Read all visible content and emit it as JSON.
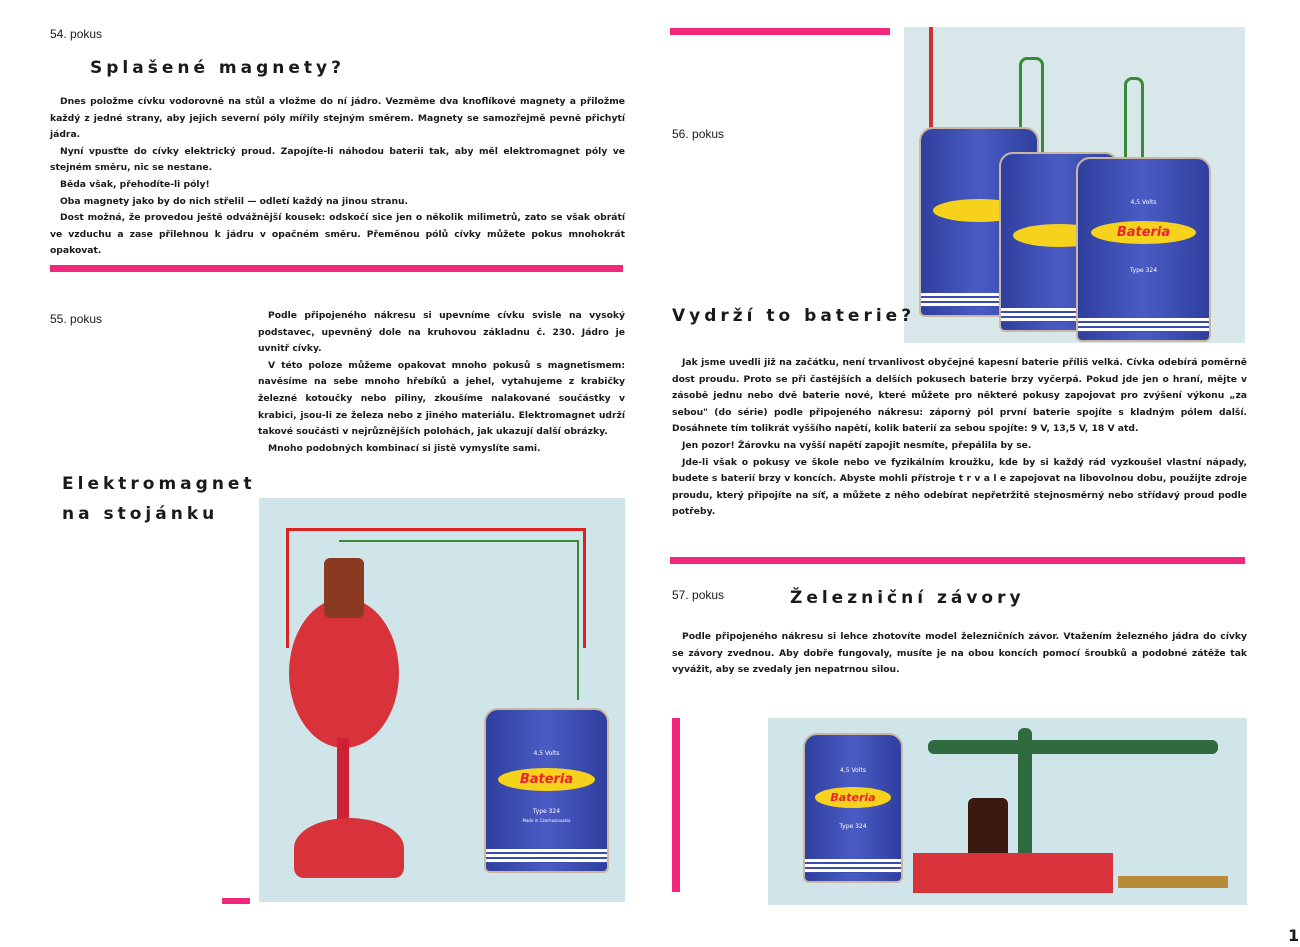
{
  "left_page": {
    "exp54": {
      "label": "54. pokus",
      "title": "Splašené magnety?",
      "paragraphs": [
        "Dnes položme cívku vodorovně na stůl a vložme do ní jádro. Vezměme dva knoflíkové magnety a přiložme každý z jedné strany, aby jejich severní póly mířily stejným směrem. Magnety se samozřejmě pevně přichytí jádra.",
        "Nyní vpusťte do cívky elektrický proud. Zapojíte-li náhodou baterii tak, aby měl elektromagnet póly ve stejném směru, nic se nestane.",
        "Běda však, přehodíte-li póly!",
        "Oba magnety jako by do nich střelil — odletí každý na jinou stranu.",
        "Dost možná, že provedou ještě odvážnější kousek: odskočí sice jen o několik milimetrů, zato se však obrátí ve vzduchu a zase přilehnou k jádru v opačném směru. Přeměnou pólů cívky můžete pokus mnohokrát opakovat."
      ]
    },
    "exp55": {
      "label": "55. pokus",
      "paragraphs": [
        "Podle připojeného nákresu si upevníme cívku svisle na vysoký podstavec, upevněný dole na kruhovou základnu č. 230. Jádro je uvnitř cívky.",
        "V této poloze můžeme opakovat mnoho pokusů s magnetismem: navěsíme na sebe mnoho hřebíků a jehel, vytahujeme z krabičky železné kotoučky nebo piliny, zkoušíme nalakované součástky v krabici, jsou-li ze železa nebo z jiného materiálu. Elektromagnet udrží takové součásti v nejrůznějších polohách, jak ukazují další obrázky.",
        "Mnoho podobných kombinací si jistě vymyslíte sami."
      ],
      "heading_line1": "Elektromagnet",
      "heading_line2": "na stojánku"
    }
  },
  "right_page": {
    "exp56": {
      "label": "56. pokus",
      "title": "Vydrží to baterie?",
      "paragraphs": [
        "Jak jsme uvedli již na začátku, není trvanlivost obyčejné kapesní baterie příliš velká. Cívka odebírá poměrně dost proudu. Proto se při častějších a delších pokusech baterie brzy vyčerpá. Pokud jde jen o hraní, mějte v zásobě jednu nebo dvě baterie nové, které můžete pro některé pokusy zapojovat pro zvýšení výkonu „za sebou\" (do série) podle připojeného nákresu: záporný pól první baterie spojíte s kladným pólem další. Dosáhnete tím tolikrát vyššího napětí, kolik baterií za sebou spojíte: 9 V, 13,5 V, 18 V atd.",
        "Jen pozor! Žárovku na vyšší napětí zapojit nesmíte, přepálila by se.",
        "Jde-li však o pokusy ve škole nebo ve fyzikálním kroužku, kde by si každý rád vyzkoušel vlastní nápady, budete s baterií brzy v koncích. Abyste mohli přístroje t r v a l e zapojovat na libovolnou dobu, použijte zdroje proudu, který připojíte na síť, a můžete z něho odebírat nepřetržitě stejnosměrný nebo střídavý proud podle potřeby."
      ]
    },
    "exp57": {
      "label": "57. pokus",
      "title": "Železniční závory",
      "paragraphs": [
        "Podle připojeného nákresu si lehce zhotovíte model železničních závor. Vtažením železného jádra do cívky se závory zvednou. Aby dobře fungovaly, musíte je na obou koncích pomocí šroubků a podobné zátěže tak vyvážit, aby se zvedaly jen nepatrnou silou."
      ]
    },
    "page_number": "1"
  },
  "battery": {
    "voltage": "4,5 Volts",
    "brand": "Bateria",
    "type": "Type 324",
    "origin": "Made in Czechoslovakia"
  },
  "colors": {
    "accent": "#f2287c",
    "photo_bg": "#cfe5ea",
    "battery_blue": "#3b4cb0"
  }
}
